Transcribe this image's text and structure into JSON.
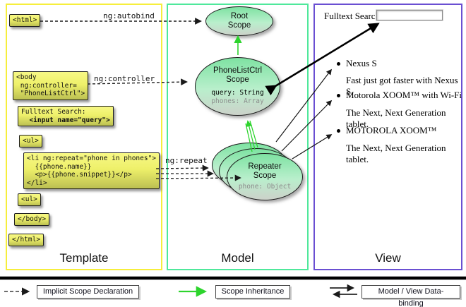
{
  "columns": {
    "template": "Template",
    "model": "Model",
    "view": "View"
  },
  "arrow_labels": {
    "autobind": "ng:autobind",
    "controller": "ng:controller",
    "repeat": "ng:repeat"
  },
  "template_code": {
    "html_open": "<html>",
    "body_open": "<body\n ng:controller=\n \"PhoneListCtrl\">",
    "fulltext_label": "Fulltext Search:",
    "fulltext_input": "  <input name=\"query\">",
    "ul_open": "<ul>",
    "li_block": "<li ng:repeat=\"phone in phones\">\n  {{phone.name}}\n  <p>{{phone.snippet}}</p>\n</li>",
    "ul_close": "<ul>",
    "body_close": "</body>",
    "html_close": "</html>"
  },
  "scopes": {
    "root": {
      "line1": "Root",
      "line2": "Scope"
    },
    "phonelist": {
      "line1": "PhoneListCtrl",
      "line2": "Scope",
      "prop1": "query: String",
      "prop2": "phones: Array"
    },
    "repeater": {
      "line1": "Repeater",
      "line2": "Scope",
      "prop1": "phone: Object"
    }
  },
  "view": {
    "search_label": "Fulltext Search:",
    "search_value": "",
    "items": [
      {
        "title": "Nexus S",
        "desc": "Fast just got faster with Nexus S."
      },
      {
        "title": "Motorola XOOM™ with Wi-Fi",
        "desc": "The Next, Next Generation tablet."
      },
      {
        "title": "MOTOROLA XOOM™",
        "desc": "The Next, Next Generation tablet."
      }
    ]
  },
  "legend": {
    "implicit": "Implicit Scope Declaration",
    "inheritance": "Scope Inheritance",
    "binding": "Model / View Data-binding"
  },
  "colors": {
    "template_border": "#f6ee3c",
    "model_border": "#4fe89b",
    "view_border": "#6a4fd2",
    "code_box_top": "#f7f885",
    "code_box_bottom": "#bcc052",
    "scope_fill_top": "#7ee2a2",
    "scope_fill_bottom": "#ccd2ca",
    "inheritance_arrow": "#2dd42d",
    "muted_prop": "#8d8d8d"
  }
}
